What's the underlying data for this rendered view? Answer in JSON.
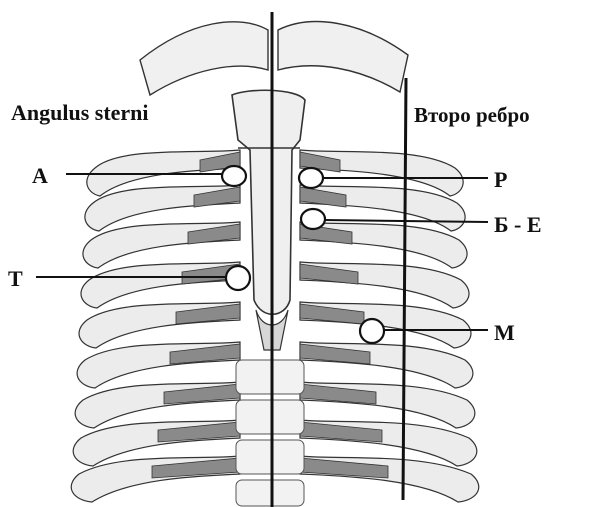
{
  "labels": {
    "left_heading": "Angulus sterni",
    "right_heading": "Второ ребро",
    "points": [
      {
        "id": "A",
        "text": "A"
      },
      {
        "id": "T",
        "text": "T"
      },
      {
        "id": "P",
        "text": "P"
      },
      {
        "id": "BE",
        "text": "Б - Е"
      },
      {
        "id": "M",
        "text": "M"
      }
    ]
  },
  "colors": {
    "ink": "#111111",
    "bone_fill": "#ececec",
    "cartilage_fill": "#8a8a8a",
    "marker_fill": "#ffffff",
    "background": "#ffffff"
  }
}
